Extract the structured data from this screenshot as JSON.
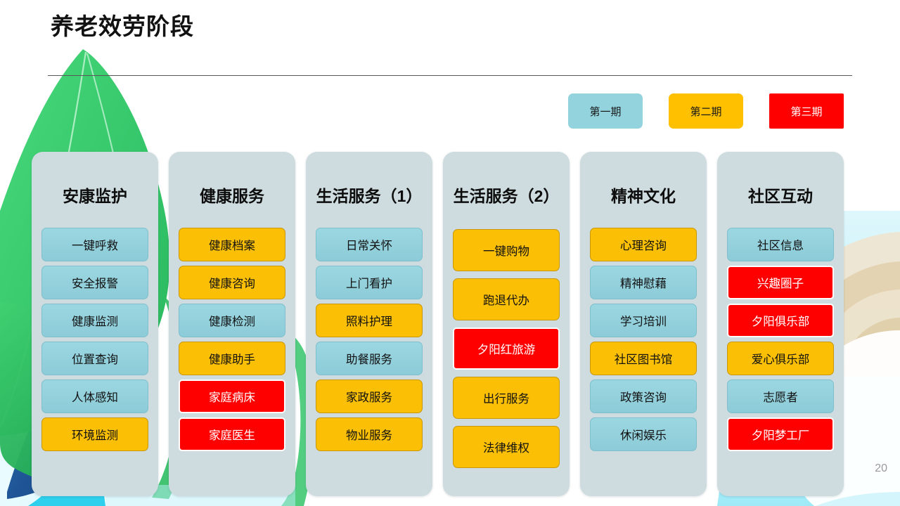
{
  "header": {
    "title": "养老效劳阶段",
    "page_number": "20"
  },
  "legend": {
    "items": [
      {
        "label": "第一期",
        "color": "#92D3DE",
        "style": "phase1"
      },
      {
        "label": "第二期",
        "color": "#FFC000",
        "style": "phase2"
      },
      {
        "label": "第三期",
        "color": "#FF0000",
        "style": "phase3"
      }
    ]
  },
  "colors": {
    "phase1_blue": "#92D3DE",
    "phase2_yellow": "#FBBF06",
    "phase3_red": "#FF0000",
    "panel_bg": "#CEDCDF",
    "leaf_green": "#3BCB6E",
    "leaf_green_dark": "#2EB863",
    "leaf_blue": "#1D5A9E",
    "wave_cyan": "#3FD6EE",
    "arc_beige": "#E3D2B4"
  },
  "columns": [
    {
      "title": "安康监护",
      "items": [
        {
          "label": "一键呼救",
          "phase": "blue"
        },
        {
          "label": "安全报警",
          "phase": "blue"
        },
        {
          "label": "健康监测",
          "phase": "blue"
        },
        {
          "label": "位置查询",
          "phase": "blue"
        },
        {
          "label": "人体感知",
          "phase": "blue"
        },
        {
          "label": "环境监测",
          "phase": "yellow"
        }
      ]
    },
    {
      "title": "健康服务",
      "items": [
        {
          "label": "健康档案",
          "phase": "yellow"
        },
        {
          "label": "健康咨询",
          "phase": "yellow"
        },
        {
          "label": "健康检测",
          "phase": "blue"
        },
        {
          "label": "健康助手",
          "phase": "yellow"
        },
        {
          "label": "家庭病床",
          "phase": "red"
        },
        {
          "label": "家庭医生",
          "phase": "red"
        }
      ]
    },
    {
      "title": "生活服务（1）",
      "items": [
        {
          "label": "日常关怀",
          "phase": "blue"
        },
        {
          "label": "上门看护",
          "phase": "blue"
        },
        {
          "label": "照料护理",
          "phase": "yellow"
        },
        {
          "label": "助餐服务",
          "phase": "blue"
        },
        {
          "label": "家政服务",
          "phase": "yellow"
        },
        {
          "label": "物业服务",
          "phase": "yellow"
        }
      ]
    },
    {
      "title": "生活服务（2）",
      "items": [
        {
          "label": "一键购物",
          "phase": "yellow"
        },
        {
          "label": "跑退代办",
          "phase": "yellow"
        },
        {
          "label": "夕阳红旅游",
          "phase": "red"
        },
        {
          "label": "出行服务",
          "phase": "yellow"
        },
        {
          "label": "法律维权",
          "phase": "yellow"
        }
      ]
    },
    {
      "title": "精神文化",
      "items": [
        {
          "label": "心理咨询",
          "phase": "yellow"
        },
        {
          "label": "精神慰藉",
          "phase": "blue"
        },
        {
          "label": "学习培训",
          "phase": "blue"
        },
        {
          "label": "社区图书馆",
          "phase": "yellow"
        },
        {
          "label": "政策咨询",
          "phase": "blue"
        },
        {
          "label": "休闲娱乐",
          "phase": "blue"
        }
      ]
    },
    {
      "title": "社区互动",
      "items": [
        {
          "label": "社区信息",
          "phase": "blue"
        },
        {
          "label": "兴趣圈子",
          "phase": "red"
        },
        {
          "label": "夕阳俱乐部",
          "phase": "red"
        },
        {
          "label": "爱心俱乐部",
          "phase": "yellow"
        },
        {
          "label": "志愿者",
          "phase": "blue"
        },
        {
          "label": "夕阳梦工厂",
          "phase": "red"
        }
      ]
    }
  ]
}
